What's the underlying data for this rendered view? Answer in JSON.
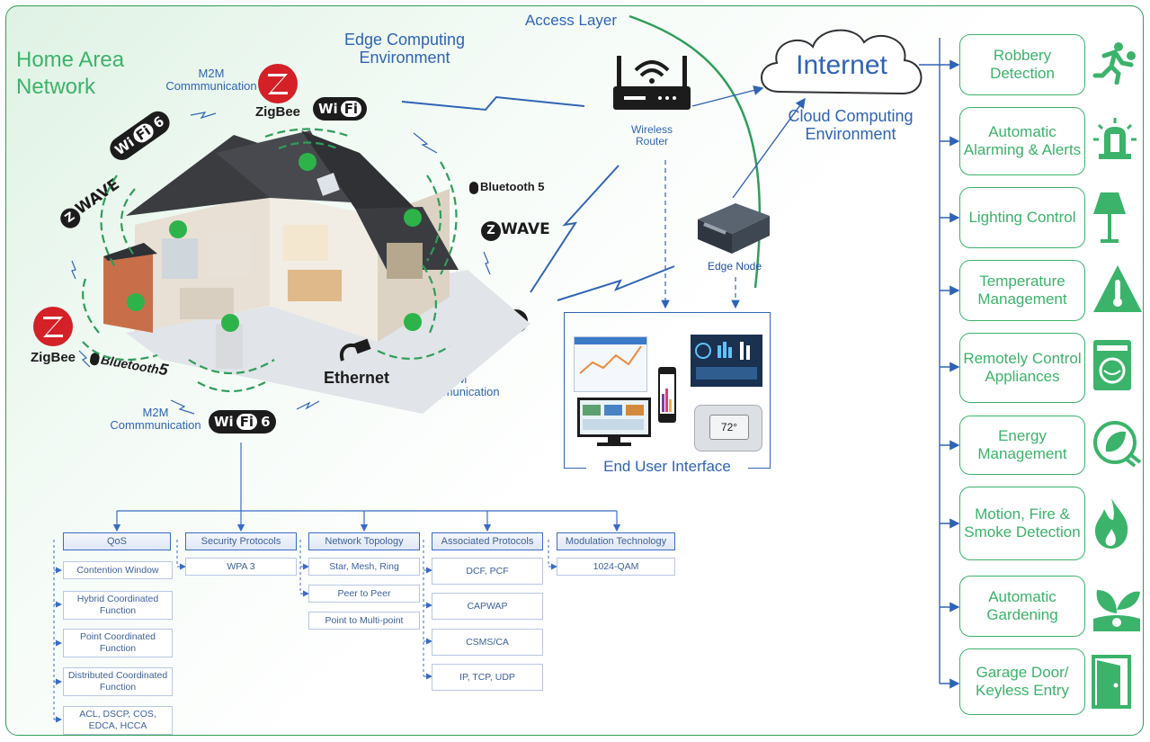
{
  "title": "Home Area Network",
  "labels": {
    "edge_env": "Edge Computing Environment",
    "access_layer": "Access Layer",
    "internet": "Internet",
    "cloud_env": "Cloud Computing Environment",
    "wireless_router": "Wireless Router",
    "edge_node": "Edge Node",
    "end_user_interface": "End User Interface",
    "m2m_top": "M2M Commmunication",
    "m2m_bottom_left": "M2M Commmunication",
    "m2m_bottom_right": "M2M Commmunication",
    "ethernet": "Ethernet",
    "thermostat_temp": "72°"
  },
  "protocol_logos": {
    "zigbee": "ZigBee",
    "wifi": "Wi",
    "wifi_fi": "Fi",
    "wifi6": "6",
    "zwave": "WAVE",
    "bluetooth5": "Bluetooth 5",
    "bluetooth_word": "Bluetooth",
    "bluetooth_num": "5"
  },
  "services": [
    {
      "label": "Robbery Detection",
      "icon": "running-person-icon"
    },
    {
      "label": "Automatic Alarming & Alerts",
      "icon": "siren-icon"
    },
    {
      "label": "Lighting Control",
      "icon": "floor-lamp-icon"
    },
    {
      "label": "Temperature Management",
      "icon": "thermometer-warning-icon"
    },
    {
      "label": "Remotely Control Appliances",
      "icon": "washing-machine-icon"
    },
    {
      "label": "Energy Management",
      "icon": "eco-plug-icon"
    },
    {
      "label": "Motion, Fire & Smoke Detection",
      "icon": "flame-icon"
    },
    {
      "label": "Automatic Gardening",
      "icon": "sprout-icon"
    },
    {
      "label": "Garage Door/ Keyless Entry",
      "icon": "door-icon"
    }
  ],
  "categories": [
    {
      "header": "QoS",
      "items": [
        "Contention Window",
        "Hybrid Coordinated Function",
        "Point Coordinated Function",
        "Distributed Coordinated Function",
        "ACL, DSCP, COS, EDCA, HCCA"
      ]
    },
    {
      "header": "Security Protocols",
      "items": [
        "WPA 3"
      ]
    },
    {
      "header": "Network Topology",
      "items": [
        "Star, Mesh, Ring",
        "Peer to Peer",
        "Point to Multi-point"
      ]
    },
    {
      "header": "Associated Protocols",
      "items": [
        "DCF, PCF",
        "CAPWAP",
        "CSMS/CA",
        "IP, TCP, UDP"
      ]
    },
    {
      "header": "Modulation Technology",
      "items": [
        "1024-QAM"
      ]
    }
  ],
  "colors": {
    "green": "#3bb36a",
    "blue": "#2f64b5",
    "frame": "#2e9e5a",
    "dark": "#1c1c1c",
    "zigbee_red": "#d42027"
  }
}
